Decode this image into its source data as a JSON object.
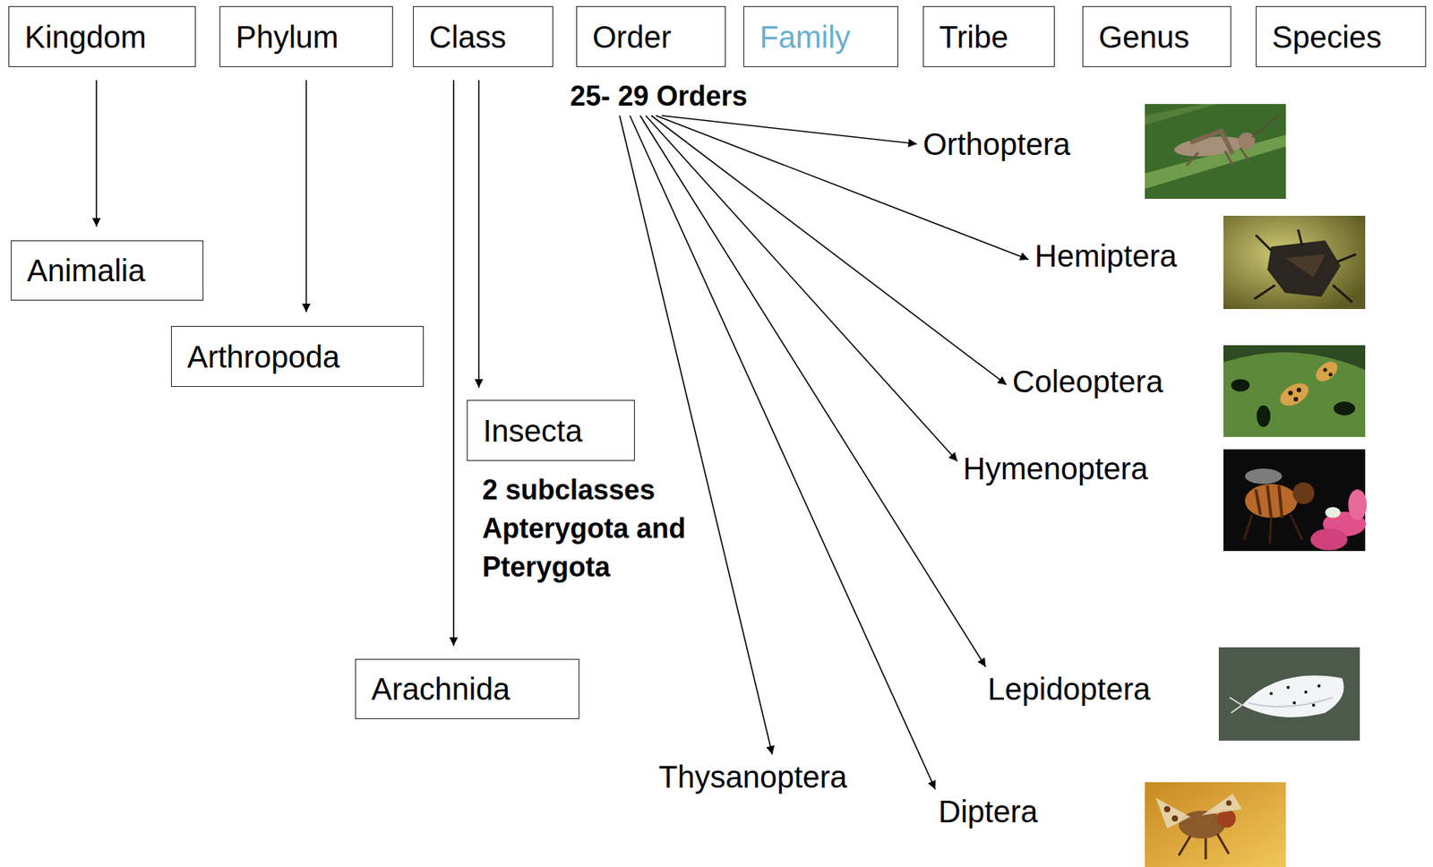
{
  "diagram": {
    "nodes": [
      {
        "text": [
          "Kingdom"
        ]
      },
      {
        "text": [
          "Phylum"
        ]
      },
      {
        "text": [
          "Class"
        ]
      },
      {
        "text": [
          "Order"
        ]
      },
      {
        "text": [
          "Family"
        ]
      },
      {
        "text": [
          "Tribe"
        ]
      },
      {
        "text": [
          "Genus"
        ]
      },
      {
        "text": [
          "Species"
        ]
      },
      {
        "text": [
          "25- 29 Orders"
        ]
      },
      {
        "text": [
          "Orthoptera"
        ]
      },
      {
        "text": [
          "Animalia"
        ]
      },
      {
        "text": [
          "Hemiptera"
        ]
      },
      {
        "text": [
          "Arthropoda"
        ]
      },
      {
        "text": [
          "Coleoptera"
        ]
      },
      {
        "text": [
          "Insecta"
        ]
      },
      {
        "text": [
          "Hymenoptera"
        ]
      },
      {
        "text": [
          "Arachnida"
        ]
      },
      {
        "text": [
          "Lepidoptera"
        ]
      },
      {
        "text": [
          "Thysanoptera"
        ]
      },
      {
        "text": [
          "Diptera"
        ]
      }
    ],
    "edges": [
      {
        "from": 0,
        "to": 10,
        "arrow": "to"
      },
      {
        "from": 1,
        "to": 12,
        "arrow": "to"
      },
      {
        "from": 2,
        "to": 14,
        "arrow": "to"
      },
      {
        "from": 2,
        "to": 16,
        "arrow": "to"
      },
      {
        "from": 8,
        "to": 9,
        "arrow": "to"
      },
      {
        "from": 8,
        "to": 11,
        "arrow": "to"
      },
      {
        "from": 8,
        "to": 13,
        "arrow": "to"
      },
      {
        "from": 8,
        "to": 15,
        "arrow": "to"
      },
      {
        "from": 8,
        "to": 17,
        "arrow": "to"
      },
      {
        "from": 8,
        "to": 18,
        "arrow": "to"
      },
      {
        "from": 8,
        "to": 19,
        "arrow": "to"
      }
    ],
    "labels": [
      "2 subclasses Apterygota and Pterygota"
    ]
  }
}
